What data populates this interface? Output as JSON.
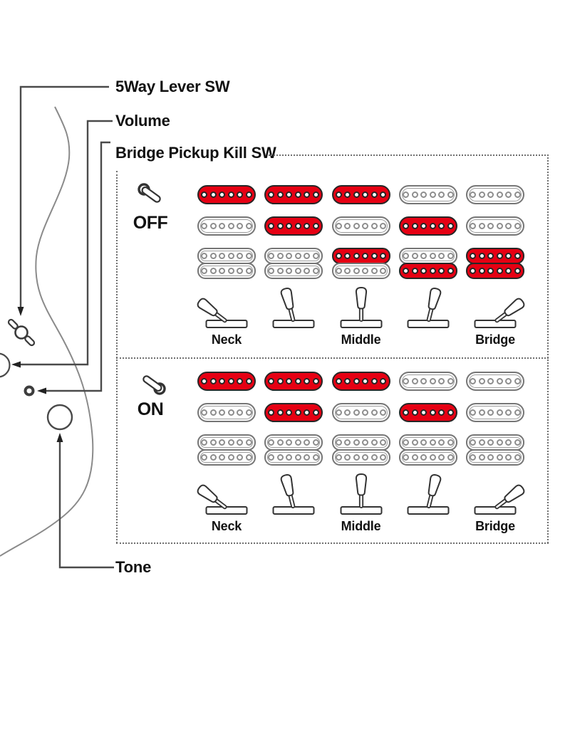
{
  "labels": {
    "five_way": "5Way Lever SW",
    "volume": "Volume",
    "kill_switch": "Bridge Pickup Kill SW",
    "tone": "Tone"
  },
  "colors": {
    "active_red": "#e60013",
    "outline_dark": "#262626",
    "outline_gray": "#767676",
    "pointer_line": "#4a4a4a"
  },
  "kill_switch_chart": {
    "sections": [
      {
        "state_label": "OFF",
        "toggle_icon": "toggle-off-icon",
        "pickup_rows": [
          {
            "type": "single-coil",
            "active": [
              true,
              true,
              true,
              false,
              false
            ]
          },
          {
            "type": "single-coil",
            "active": [
              false,
              true,
              false,
              true,
              false
            ]
          },
          {
            "type": "humbucker",
            "active_top": [
              false,
              false,
              true,
              false,
              true
            ],
            "active_bottom": [
              false,
              false,
              false,
              true,
              true
            ]
          }
        ],
        "lever_positions": [
          "Neck",
          "",
          "Middle",
          "",
          "Bridge"
        ]
      },
      {
        "state_label": "ON",
        "toggle_icon": "toggle-on-icon",
        "pickup_rows": [
          {
            "type": "single-coil",
            "active": [
              true,
              true,
              true,
              false,
              false
            ]
          },
          {
            "type": "single-coil",
            "active": [
              false,
              true,
              false,
              true,
              false
            ]
          },
          {
            "type": "humbucker",
            "active_top": [
              false,
              false,
              false,
              false,
              false
            ],
            "active_bottom": [
              false,
              false,
              false,
              false,
              false
            ]
          }
        ],
        "lever_positions": [
          "Neck",
          "",
          "Middle",
          "",
          "Bridge"
        ]
      }
    ]
  }
}
